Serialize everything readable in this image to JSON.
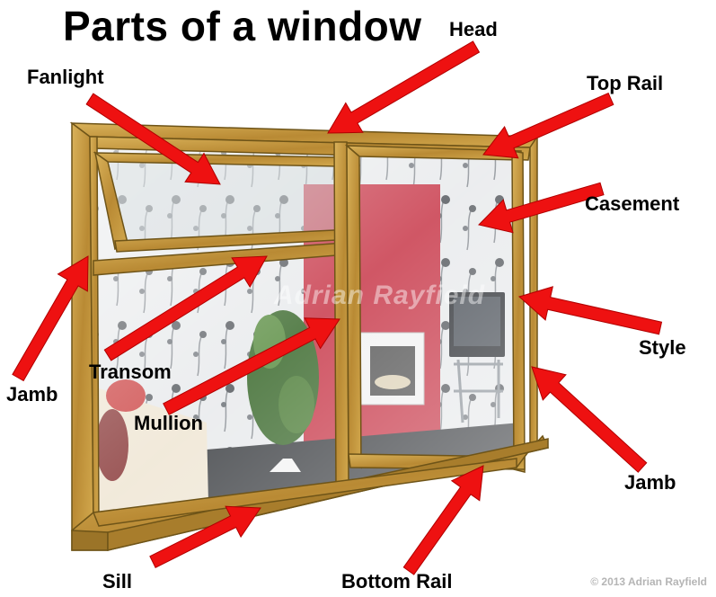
{
  "title": "Parts of a window",
  "labels": {
    "head": "Head",
    "fanlight": "Fanlight",
    "top_rail": "Top Rail",
    "casement": "Casement",
    "style": "Style",
    "jamb_left": "Jamb",
    "transom": "Transom",
    "mullion": "Mullion",
    "jamb_right": "Jamb",
    "sill": "Sill",
    "bottom_rail": "Bottom Rail"
  },
  "watermark": "Adrian Rayfield",
  "copyright": "© 2013 Adrian Rayfield",
  "colors": {
    "arrow": "#ee1111",
    "wood": "#c9a24a",
    "wood_dark": "#8a6a22",
    "wall_red": "#c8394a",
    "glass": "#d7dde0"
  }
}
